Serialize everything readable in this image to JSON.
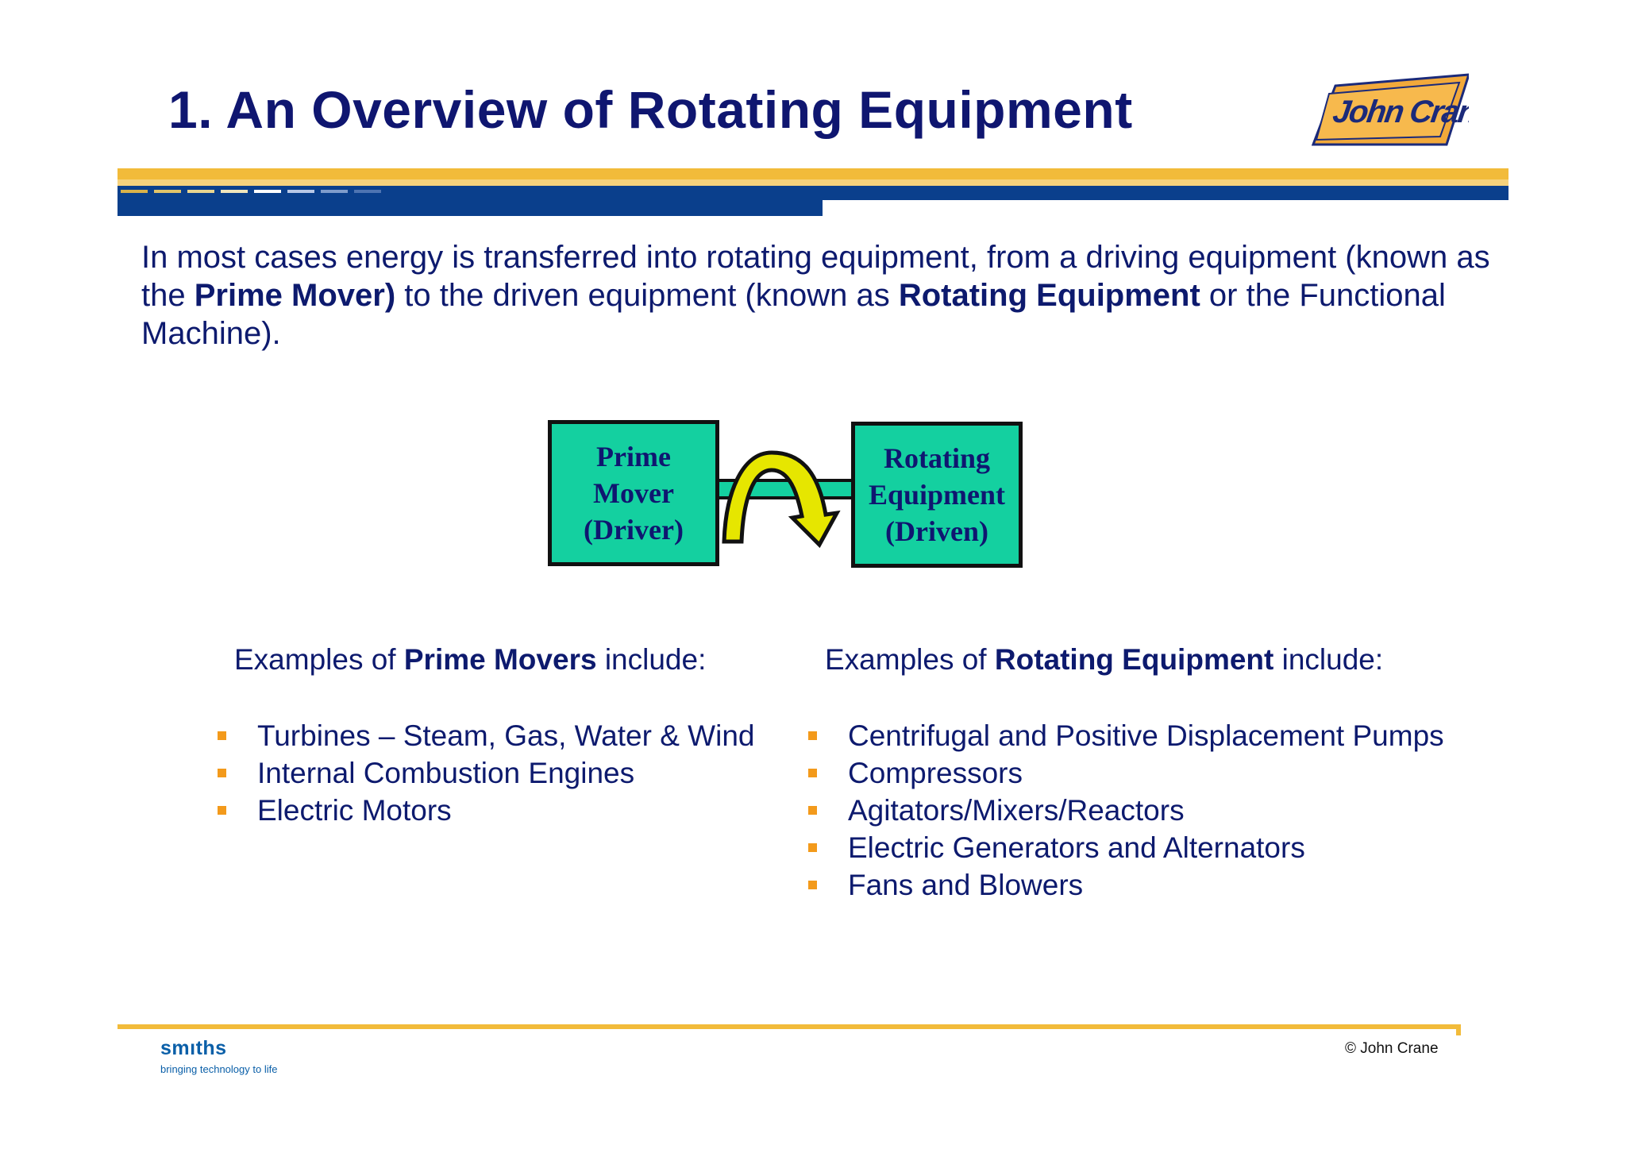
{
  "slide": {
    "title": "1. An Overview of Rotating Equipment",
    "logo_text": "John Crane"
  },
  "intro": {
    "part1": "In most cases energy is transferred into rotating equipment, from a driving equipment (known as the ",
    "bold1": "Prime Mover)",
    "part2": " to the driven equipment (known as ",
    "bold2": "Rotating Equipment",
    "part3": " or the Functional Machine)."
  },
  "diagram": {
    "prime_mover": [
      "Prime",
      "Mover",
      "(Driver)"
    ],
    "rotating_equipment": [
      "Rotating",
      "Equipment",
      "(Driven)"
    ],
    "colors": {
      "box_fill": "#14d0a0",
      "arrow_fill": "#e6e600"
    }
  },
  "left_column": {
    "heading_pre": "Examples of ",
    "heading_bold": "Prime Movers",
    "heading_post": " include:",
    "items": [
      "Turbines – Steam, Gas, Water & Wind",
      "Internal Combustion Engines",
      "Electric Motors"
    ]
  },
  "right_column": {
    "heading_pre": "Examples of ",
    "heading_bold": "Rotating Equipment",
    "heading_post": " include:",
    "items": [
      "Centrifugal and Positive Displacement Pumps",
      "Compressors",
      "Agitators/Mixers/Reactors",
      "Electric Generators and Alternators",
      "Fans and Blowers"
    ]
  },
  "footer": {
    "brand": "smıths",
    "tagline": "bringing technology to life",
    "copyright": "© John Crane"
  },
  "colors": {
    "title": "#0f1670",
    "band_gold": "#f2bb3a",
    "band_blue": "#0a3f8c",
    "bullet": "#f39a1b"
  }
}
